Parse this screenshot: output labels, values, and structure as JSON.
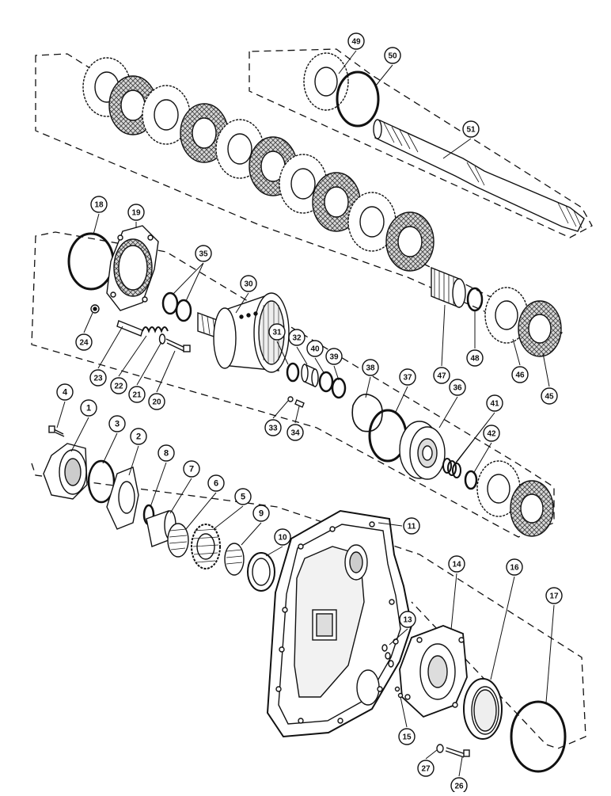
{
  "diagram": {
    "callouts": [
      "49",
      "50",
      "51",
      "18",
      "19",
      "35",
      "30",
      "47",
      "48",
      "46",
      "45",
      "24",
      "23",
      "22",
      "21",
      "20",
      "31",
      "32",
      "40",
      "39",
      "38",
      "37",
      "36",
      "41",
      "42",
      "33",
      "34",
      "4",
      "1",
      "3",
      "2",
      "8",
      "7",
      "6",
      "5",
      "9",
      "10",
      "11",
      "13",
      "14",
      "16",
      "17",
      "15",
      "27",
      "26"
    ]
  },
  "colors": {
    "ink": "#111111",
    "paper": "#ffffff",
    "hatch": "#555555"
  }
}
